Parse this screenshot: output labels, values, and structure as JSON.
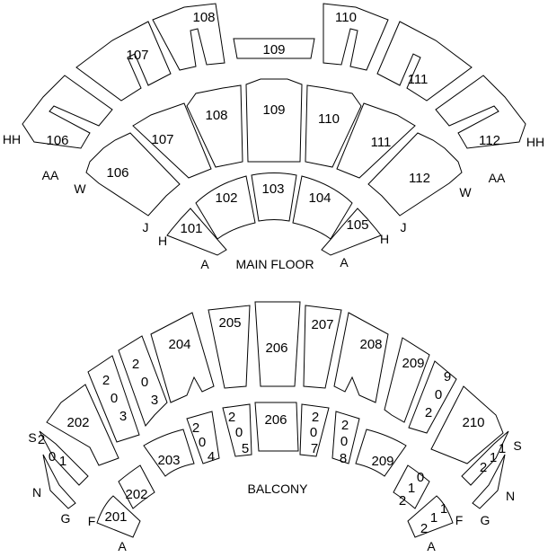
{
  "main_floor": {
    "title": "MAIN FLOOR",
    "sections": [
      "108",
      "110",
      "107",
      "109",
      "111",
      "106",
      "108",
      "109",
      "110",
      "112",
      "107",
      "111",
      "106",
      "112",
      "102",
      "103",
      "104",
      "101",
      "105"
    ],
    "rows": [
      "HH",
      "HH",
      "AA",
      "AA",
      "W",
      "W",
      "J",
      "J",
      "H",
      "H",
      "A",
      "A"
    ]
  },
  "balcony": {
    "title": "BALCONY",
    "sections": [
      "205",
      "206",
      "207",
      "204",
      "208",
      "209",
      "2",
      "0",
      "3",
      "2",
      "0",
      "3",
      "2",
      "0",
      "9",
      "202",
      "210",
      "206",
      "2",
      "0",
      "5",
      "2",
      "0",
      "7",
      "2",
      "0",
      "4",
      "2",
      "0",
      "8",
      "203",
      "209",
      "2",
      "0",
      "1",
      "2",
      "1",
      "1",
      "202",
      "2",
      "1",
      "0",
      "201",
      "2",
      "1",
      "1"
    ],
    "rows": [
      "S",
      "S",
      "N",
      "N",
      "G",
      "G",
      "F",
      "F",
      "A",
      "A"
    ]
  },
  "colors": {
    "stroke": "#000000",
    "background": "#ffffff"
  }
}
